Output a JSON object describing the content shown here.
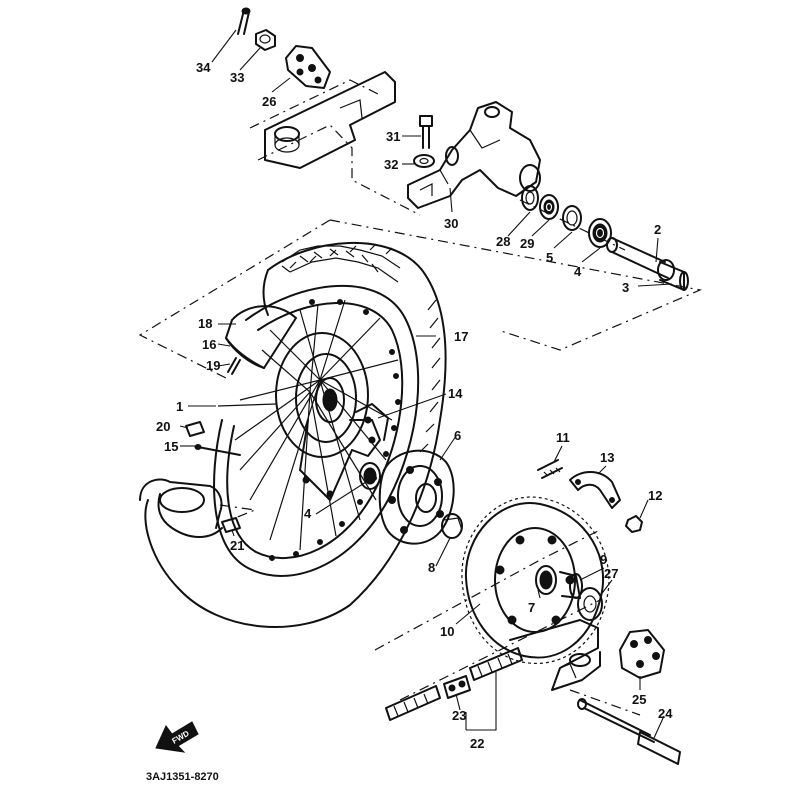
{
  "diagram": {
    "part_numbers": [
      "1",
      "2",
      "3",
      "4",
      "5",
      "6",
      "7",
      "8",
      "9",
      "10",
      "11",
      "12",
      "13",
      "14",
      "15",
      "16",
      "17",
      "18",
      "19",
      "20",
      "21",
      "22",
      "23",
      "24",
      "25",
      "26",
      "27",
      "28",
      "29",
      "30",
      "31",
      "32",
      "33",
      "34"
    ],
    "arrow_text": "FWD",
    "drawing_code": "3AJ1351-8270"
  }
}
